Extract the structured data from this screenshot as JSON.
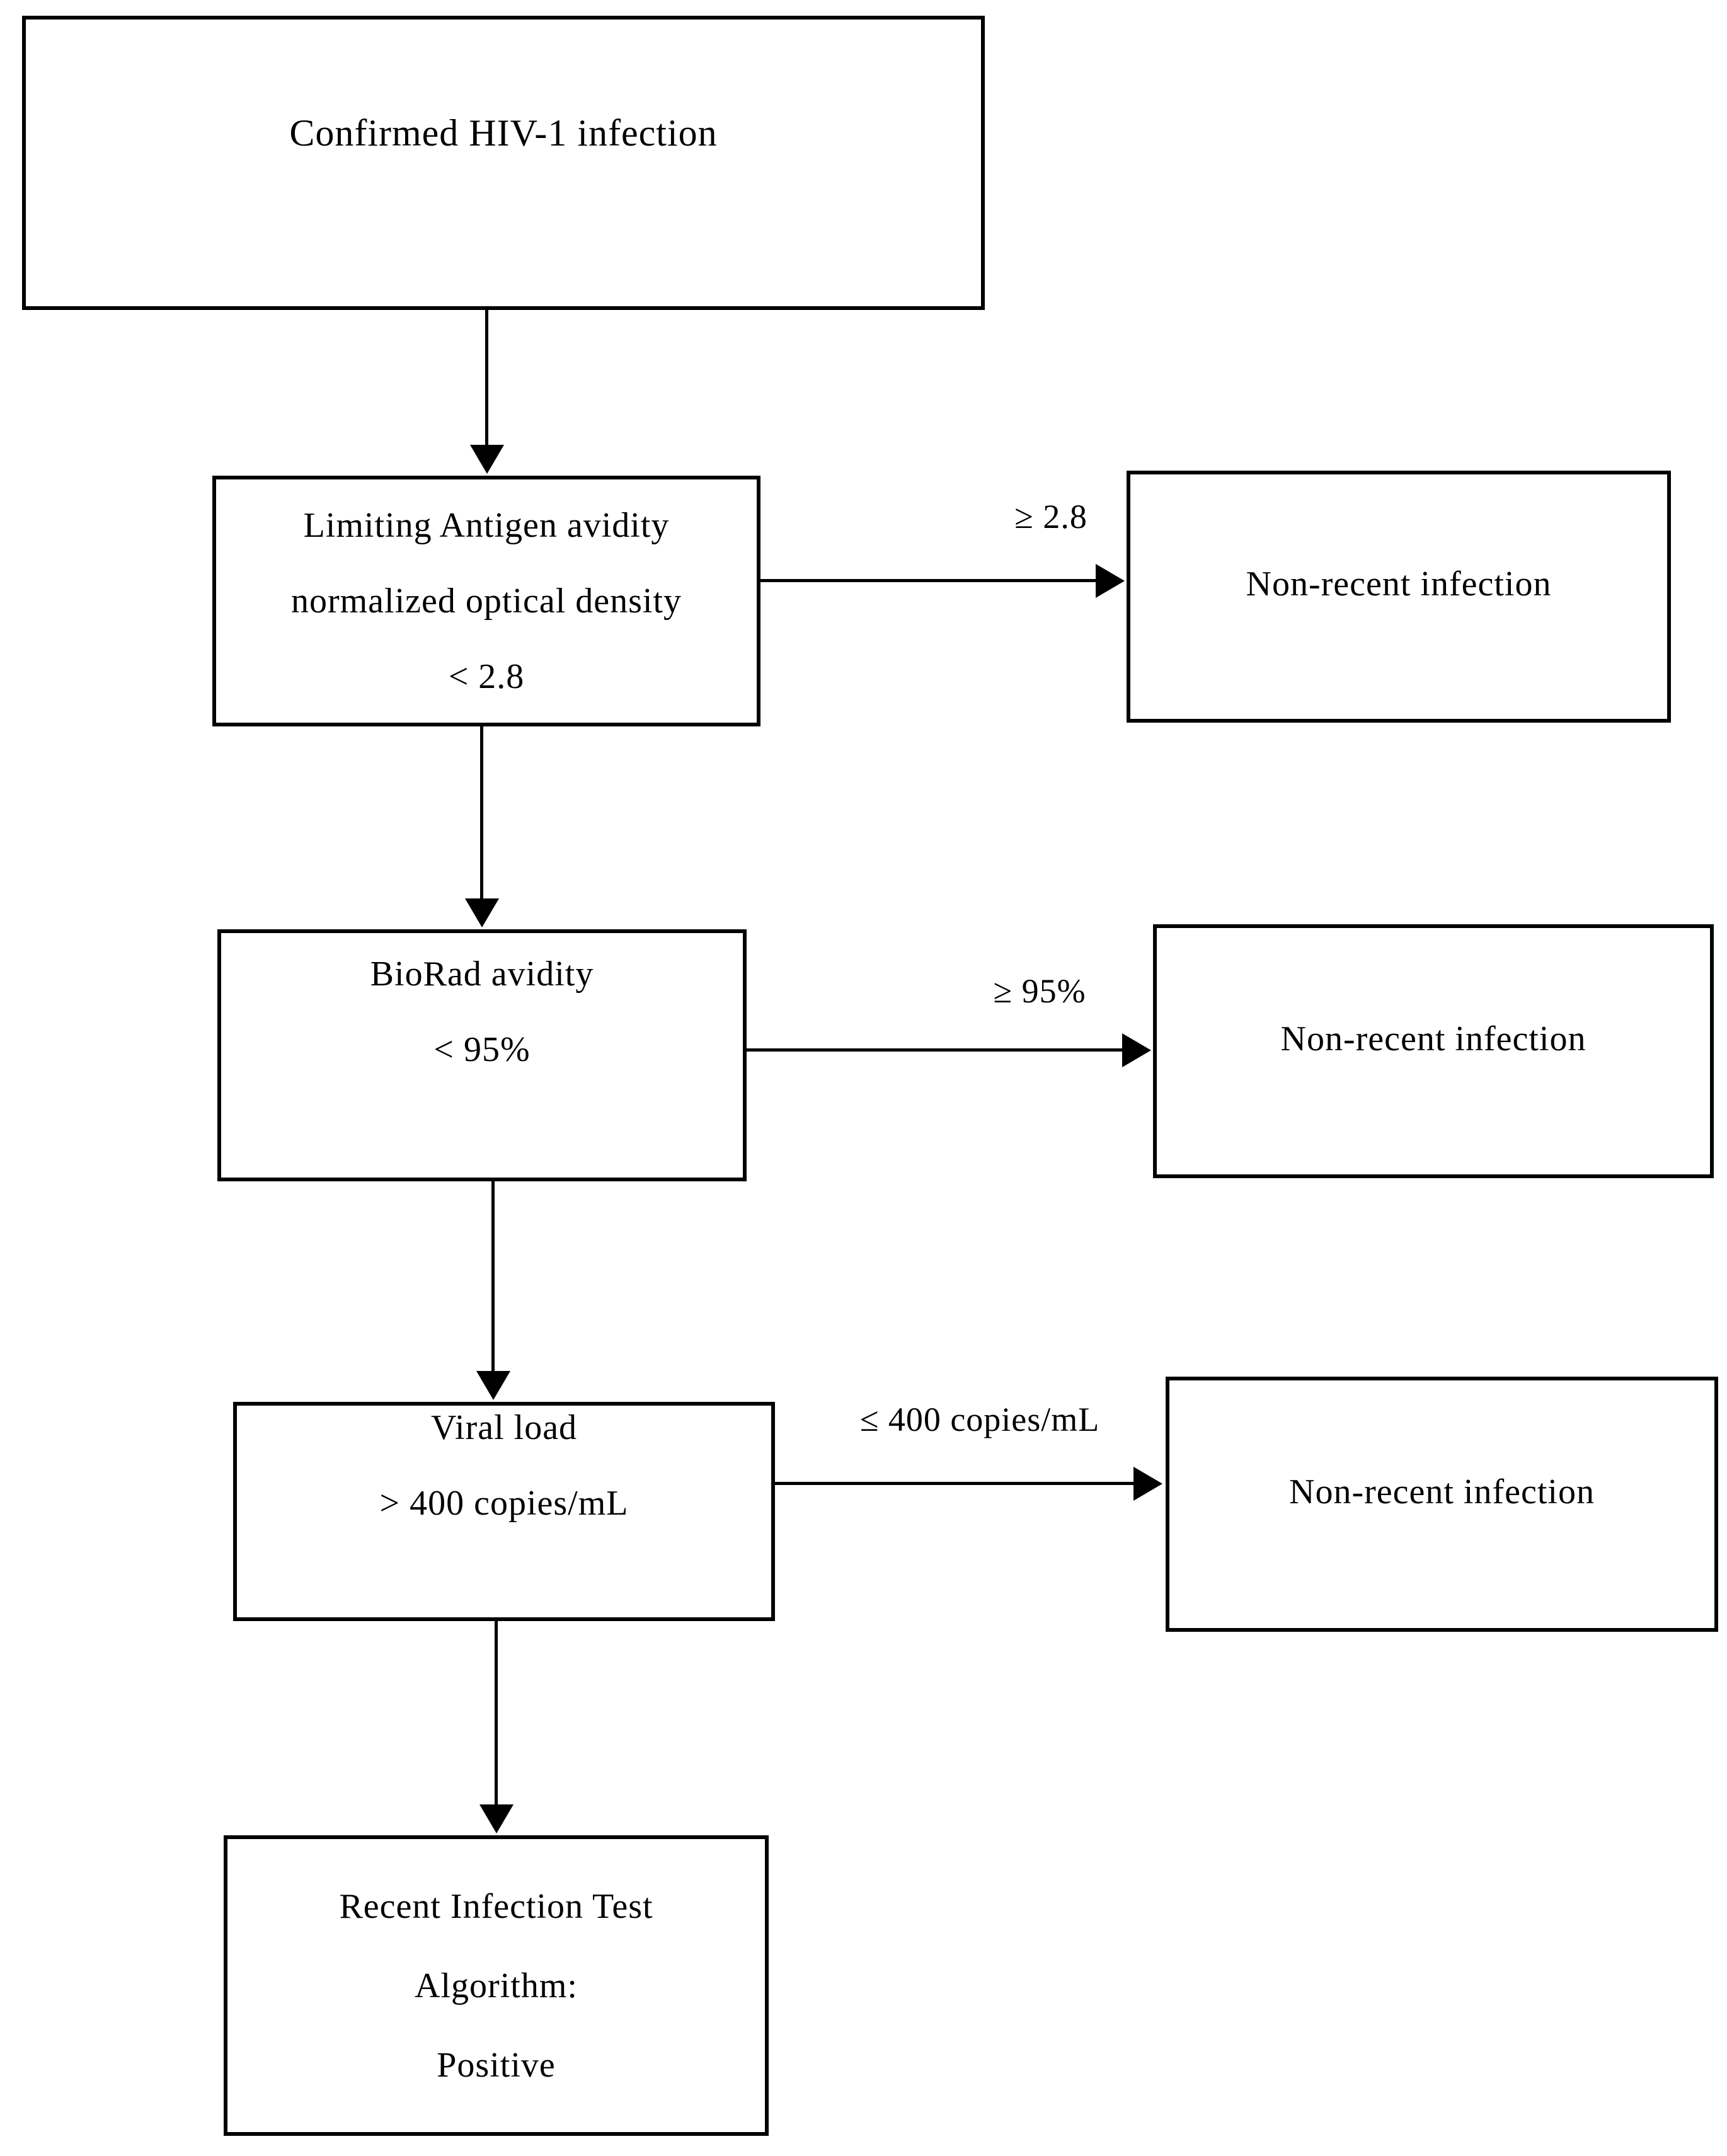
{
  "diagram": {
    "type": "flowchart",
    "background_color": "#ffffff",
    "line_color": "#000000",
    "text_color": "#000000",
    "nodes": {
      "confirmed": {
        "lines": [
          "Confirmed HIV-1 infection"
        ]
      },
      "lag_avidity": {
        "lines": [
          "Limiting Antigen avidity",
          "normalized optical density",
          "< 2.8"
        ]
      },
      "non_recent_1": {
        "lines": [
          "Non-recent infection"
        ]
      },
      "biorad": {
        "lines": [
          "BioRad avidity",
          "< 95%"
        ]
      },
      "non_recent_2": {
        "lines": [
          "Non-recent infection"
        ]
      },
      "viral_load": {
        "lines": [
          "Viral load",
          "> 400 copies/mL"
        ]
      },
      "non_recent_3": {
        "lines": [
          "Non-recent infection"
        ]
      },
      "rita": {
        "lines": [
          "Recent Infection Test",
          "Algorithm:",
          "Positive"
        ]
      }
    },
    "edges": [
      {
        "from": "confirmed",
        "to": "lag_avidity",
        "label": ""
      },
      {
        "from": "lag_avidity",
        "to": "non_recent_1",
        "label": "≥ 2.8"
      },
      {
        "from": "lag_avidity",
        "to": "biorad",
        "label": ""
      },
      {
        "from": "biorad",
        "to": "non_recent_2",
        "label": "≥ 95%"
      },
      {
        "from": "biorad",
        "to": "viral_load",
        "label": ""
      },
      {
        "from": "viral_load",
        "to": "non_recent_3",
        "label": "≤ 400 copies/mL"
      },
      {
        "from": "viral_load",
        "to": "rita",
        "label": ""
      }
    ]
  }
}
